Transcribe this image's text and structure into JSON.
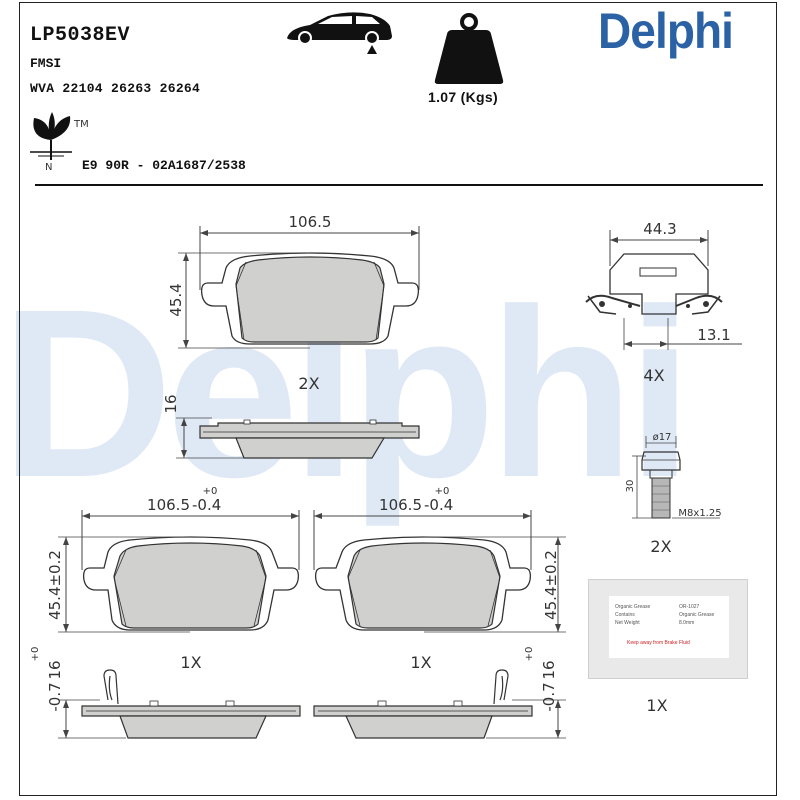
{
  "header": {
    "part_number": "LP5038EV",
    "fmsi_label": "FMSI",
    "wva_label": "WVA 22104 26263 26264",
    "weight_label": "1.07 (Kgs)",
    "ece_label": "E9 90R - 02A1687/2538",
    "brand": "Delphi",
    "watermark": "Delphi"
  },
  "icons": {
    "car": "car-rear-axle-icon",
    "weight": "weight-icon",
    "eco": "eco-leaf-icon"
  },
  "colors": {
    "brand_blue": "#2b62a6",
    "watermark_blue": "#dfe9f6",
    "pad_gray": "#d0d0cf"
  },
  "drawing": {
    "pad_set_width": "106.5",
    "pad_set_height": "45.4",
    "pad_set_qty": "2X",
    "thickness_16": "16",
    "clip_width": "44.3",
    "clip_height": "13.1",
    "clip_qty": "4X",
    "bolt_dia": "ø17",
    "bolt_length": "30",
    "bolt_thread": "M8x1.25",
    "bolt_qty": "2X",
    "left_pad_width": "106.5",
    "left_pad_tol_upper": "+0",
    "left_pad_tol_lower": "-0.4",
    "left_pad_height": "45.4±0.2",
    "left_pad_qty": "1X",
    "left_pad_thickness": "16",
    "left_pad_thickness_tol_upper": "+0",
    "left_pad_thickness_tol_lower": "-0.7",
    "right_pad_width": "106.5",
    "right_pad_tol_upper": "+0",
    "right_pad_tol_lower": "-0.4",
    "right_pad_height": "45.4±0.2",
    "right_pad_qty": "1X",
    "right_pad_thickness": "16",
    "right_pad_thickness_tol_upper": "+0",
    "right_pad_thickness_tol_lower": "-0.7",
    "grease_qty": "1X"
  }
}
